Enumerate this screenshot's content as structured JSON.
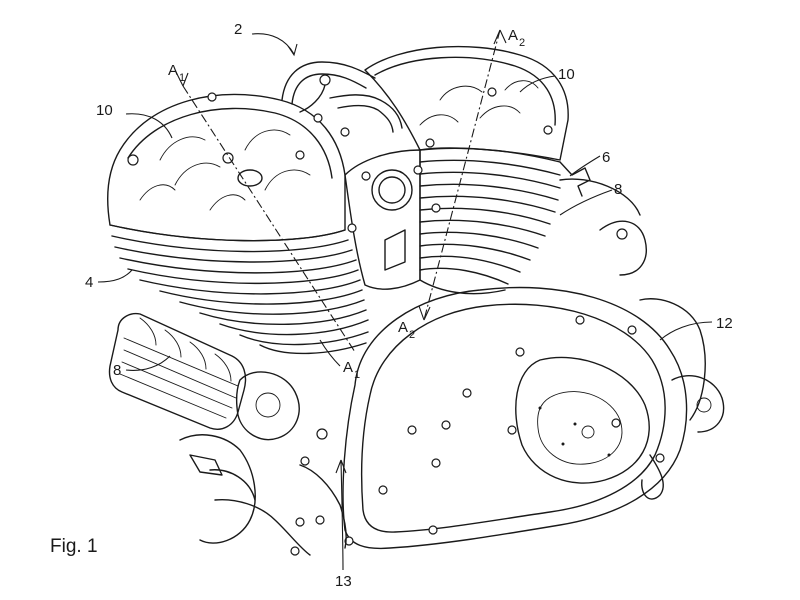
{
  "figure": {
    "caption": "Fig. 1"
  },
  "labels": {
    "ref_2": "2",
    "ref_4": "4",
    "ref_6": "6",
    "ref_8_right": "8",
    "ref_8_left": "8",
    "ref_10_left": "10",
    "ref_10_right": "10",
    "ref_12": "12",
    "ref_13": "13"
  },
  "axes": {
    "a1_top": {
      "letter": "A",
      "sub": "1"
    },
    "a1_bottom": {
      "letter": "A",
      "sub": "1"
    },
    "a2_top": {
      "letter": "A",
      "sub": "2"
    },
    "a2_bottom": {
      "letter": "A",
      "sub": "2"
    }
  }
}
